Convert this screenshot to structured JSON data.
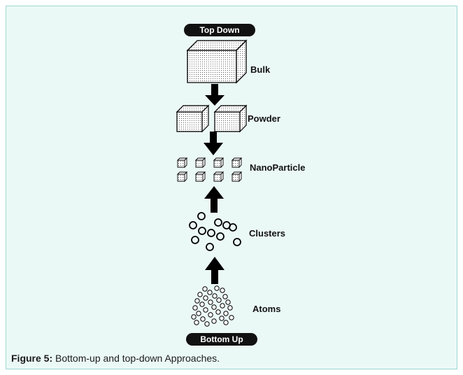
{
  "diagram": {
    "top_label": "Top Down",
    "bottom_label": "Bottom Up",
    "stages": {
      "bulk": "Bulk",
      "powder": "Powder",
      "nanoparticle": "NanoParticle",
      "clusters": "Clusters",
      "atoms": "Atoms"
    }
  },
  "caption": {
    "label": "Figure 5:",
    "text": " Bottom-up and top-down Approaches."
  }
}
